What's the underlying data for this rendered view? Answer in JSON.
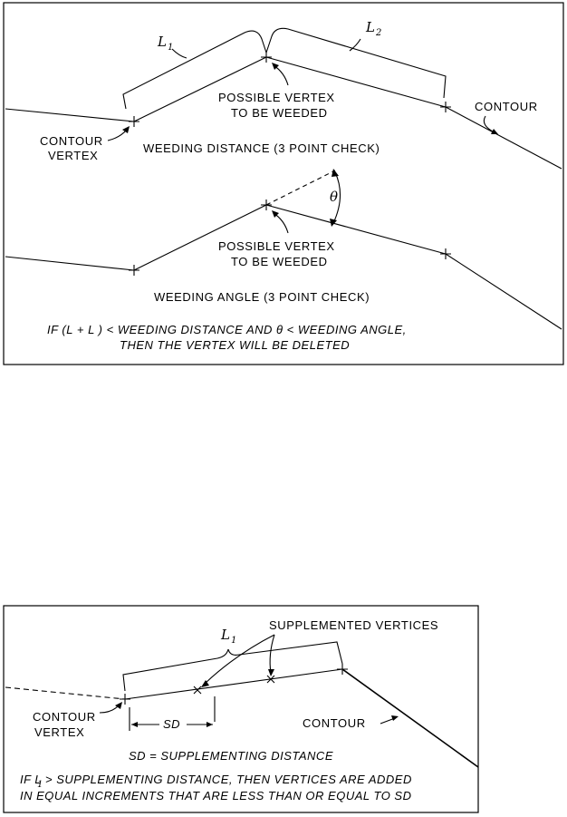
{
  "diagram_top": {
    "l1_label": "L",
    "l1_sub": "1",
    "l2_label": "L",
    "l2_sub": "2",
    "possible_vertex_1": [
      "POSSIBLE VERTEX",
      "TO BE WEEDED"
    ],
    "contour_vertex": [
      "CONTOUR",
      "VERTEX"
    ],
    "contour": "CONTOUR",
    "weeding_distance_title": "WEEDING DISTANCE (3 POINT CHECK)",
    "theta": "θ",
    "possible_vertex_2": [
      "POSSIBLE VERTEX",
      "TO BE WEEDED"
    ],
    "weeding_angle_title": "WEEDING ANGLE (3 POINT CHECK)",
    "rule_line1": "IF (L  + L  ) < WEEDING DISTANCE AND θ < WEEDING ANGLE,",
    "rule_line2": "THEN THE VERTEX WILL BE DELETED"
  },
  "diagram_bottom": {
    "l1_label": "L",
    "l1_sub": "1",
    "supplemented_vertices": "SUPPLEMENTED VERTICES",
    "contour_vertex": [
      "CONTOUR",
      "VERTEX"
    ],
    "sd_label": "SD",
    "contour": "CONTOUR",
    "sd_definition": "SD = SUPPLEMENTING DISTANCE",
    "rule_line1": "IF L  > SUPPLEMENTING DISTANCE, THEN VERTICES ARE ADDED",
    "rule_line1_sub": "1",
    "rule_line2": "IN EQUAL INCREMENTS THAT ARE LESS THAN OR EQUAL TO SD"
  }
}
